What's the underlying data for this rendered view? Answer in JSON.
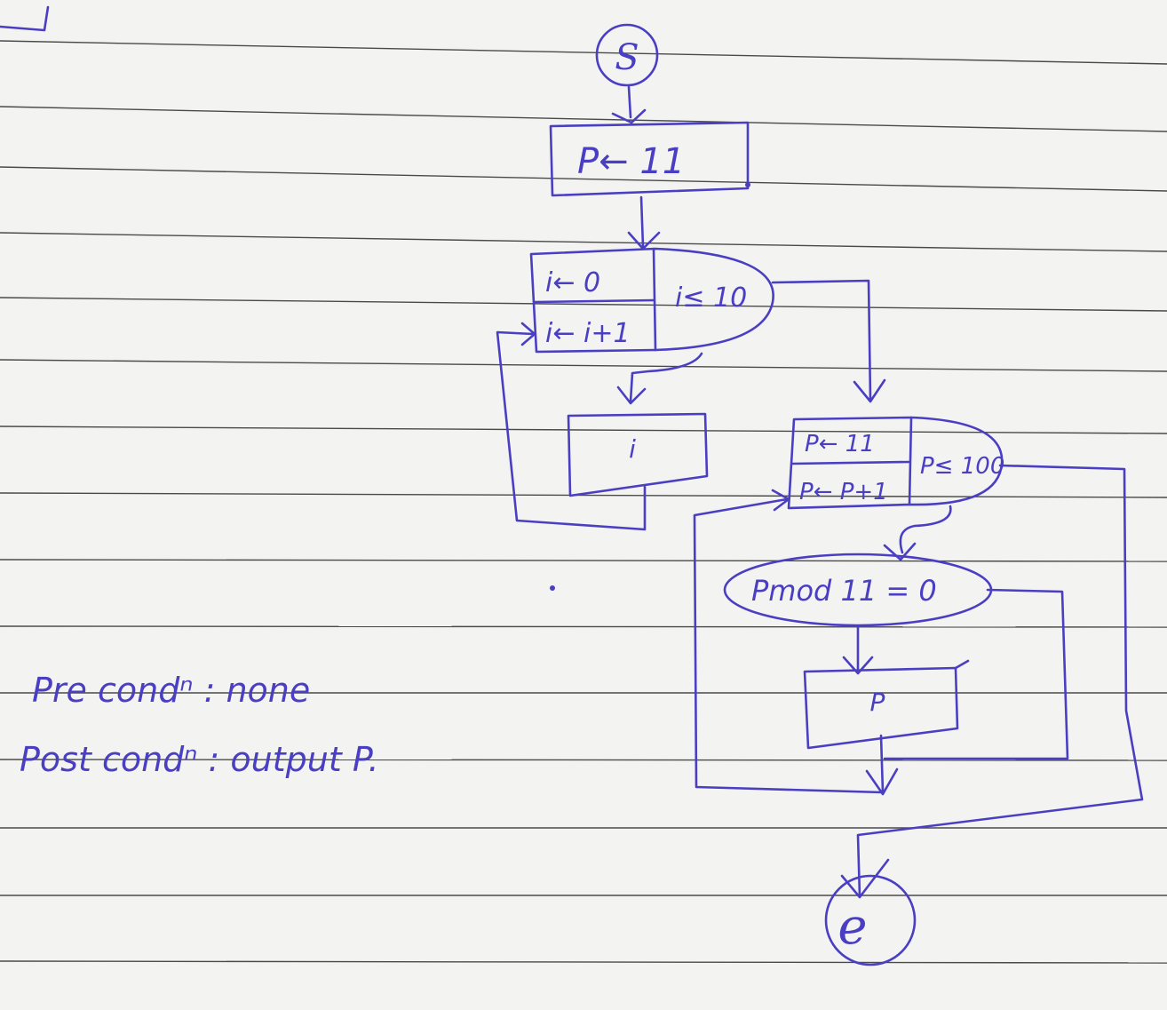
{
  "flowchart": {
    "start_label": "S",
    "init_box": "P← 11",
    "outer_loop": {
      "init": "i← 0",
      "update": "i← i+1",
      "condition": "i≤ 10"
    },
    "outer_body": "i",
    "inner_loop": {
      "init": "P← 11",
      "update": "P← P+1",
      "condition": "P≤ 100"
    },
    "decision": "Pmod 11 = 0",
    "output_box": "P",
    "end_label": "e"
  },
  "notes": {
    "pre_condition": "Pre condⁿ : none",
    "post_condition": "Post condⁿ : output P."
  },
  "colors": {
    "ink": "#4a3fc2",
    "paper": "#f3f3f1",
    "rule_lines": "#4a4a4a"
  }
}
